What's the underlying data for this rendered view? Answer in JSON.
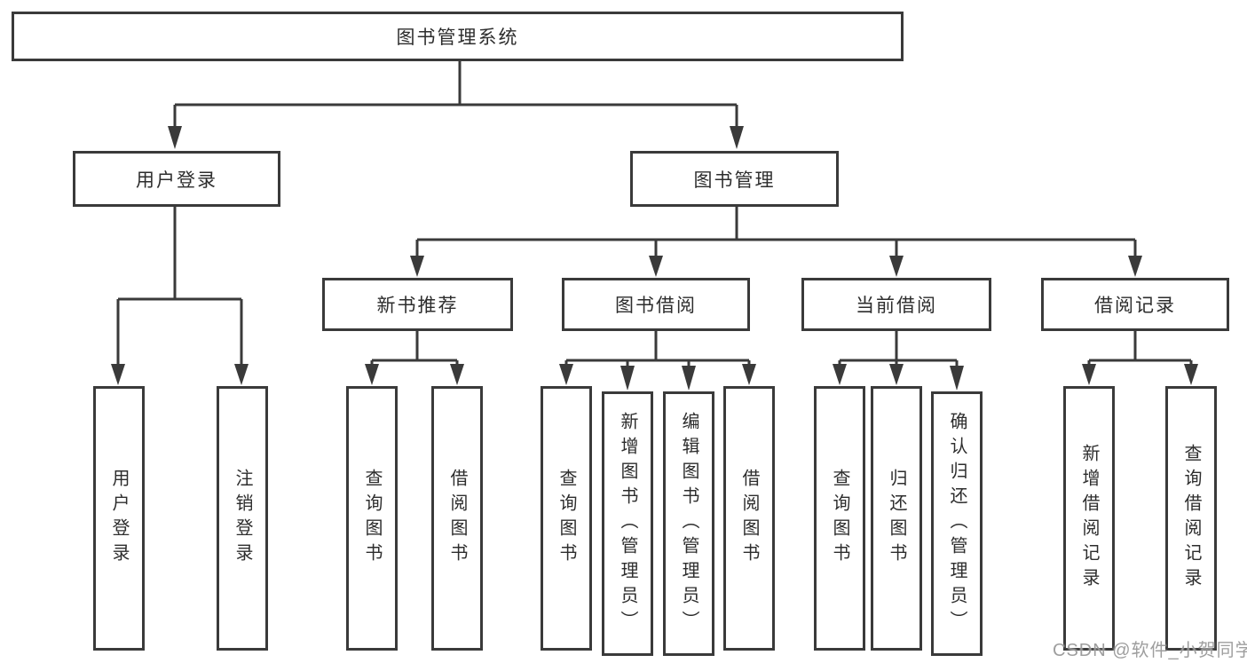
{
  "root": {
    "label": "图书管理系统"
  },
  "level2": [
    {
      "label": "用户登录",
      "parent": "图书管理系统"
    },
    {
      "label": "图书管理",
      "parent": "图书管理系统"
    }
  ],
  "level3": [
    {
      "label": "新书推荐",
      "parent": "图书管理"
    },
    {
      "label": "图书借阅",
      "parent": "图书管理"
    },
    {
      "label": "当前借阅",
      "parent": "图书管理"
    },
    {
      "label": "借阅记录",
      "parent": "图书管理"
    }
  ],
  "leaves": [
    {
      "label": "用户登录",
      "parent": "用户登录"
    },
    {
      "label": "注销登录",
      "parent": "用户登录"
    },
    {
      "label": "查询图书",
      "parent": "新书推荐"
    },
    {
      "label": "借阅图书",
      "parent": "新书推荐"
    },
    {
      "label": "查询图书",
      "parent": "图书借阅"
    },
    {
      "label": "新增图书（管理员）",
      "parent": "图书借阅"
    },
    {
      "label": "编辑图书（管理员）",
      "parent": "图书借阅"
    },
    {
      "label": "借阅图书",
      "parent": "图书借阅"
    },
    {
      "label": "查询图书",
      "parent": "当前借阅"
    },
    {
      "label": "归还图书",
      "parent": "当前借阅"
    },
    {
      "label": "确认归还（管理员）",
      "parent": "当前借阅"
    },
    {
      "label": "新增借阅记录",
      "parent": "借阅记录"
    },
    {
      "label": "查询借阅记录",
      "parent": "借阅记录"
    }
  ],
  "watermark": "CSDN @软件_小贺同学",
  "colors": {
    "line": "#3a3a3a",
    "text": "#2d2d2d",
    "box_background": "#ffffff",
    "watermark": "#949494"
  }
}
